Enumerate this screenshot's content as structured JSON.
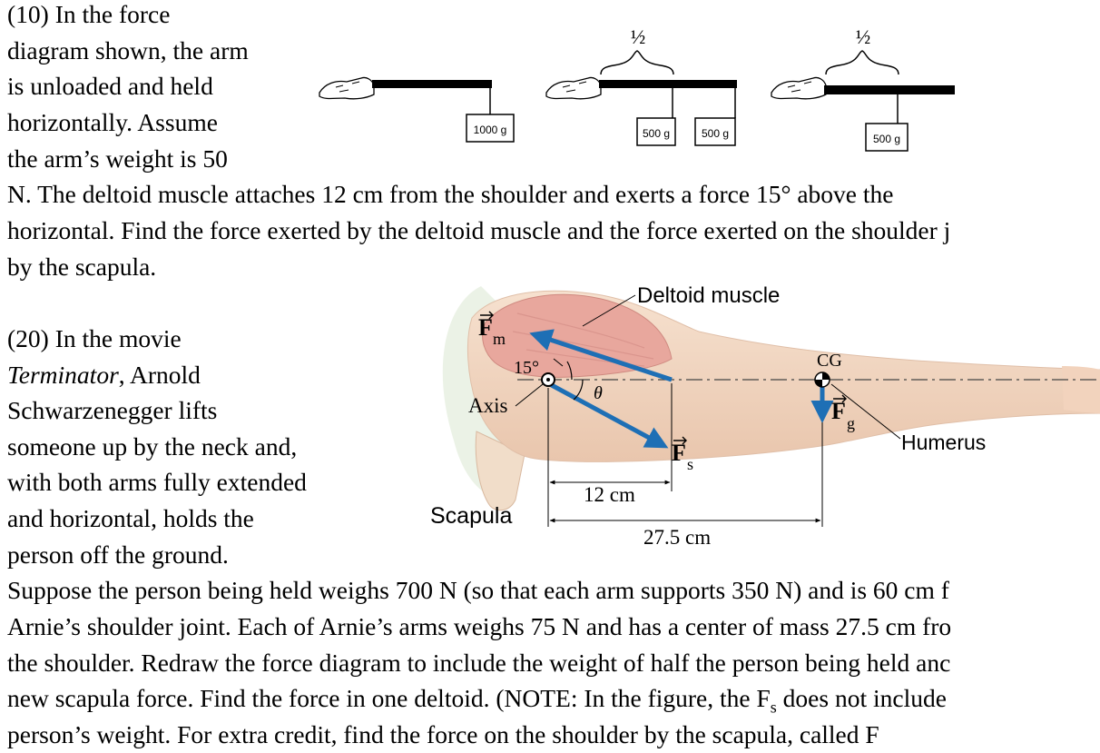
{
  "problem10": {
    "lines": [
      "(10) In the force",
      "diagram shown, the arm",
      "is unloaded and held",
      "horizontally. Assume",
      "the arm’s weight is 50",
      "N. The deltoid muscle attaches 12 cm from the shoulder and exerts a force 15° above the",
      "horizontal. Find the force exerted by the deltoid muscle and the force exerted on the shoulder j",
      "by the scapula."
    ]
  },
  "problem20": {
    "lines": [
      "(20) In the movie",
      "Terminator",
      ", Arnold",
      "Schwarzenegger lifts",
      "someone up by the neck and,",
      "with both arms fully extended",
      "and horizontal, holds the",
      "person off the ground.",
      "Suppose the person being held weighs 700 N (so that each arm supports 350 N) and is 60 cm f",
      "Arnie’s shoulder joint. Each of Arnie’s arms weighs 75 N and has a center of mass 27.5 cm fro",
      "the shoulder. Redraw the force diagram to include the weight of half the person being held anc",
      "new scapula force. Find the force in one deltoid. (NOTE: In the figure, the F",
      "s",
      " does not include",
      "person’s weight. For extra credit, find the force on the shoulder by the scapula, called F"
    ]
  },
  "top_figure": {
    "panel1_weight": "1000 g",
    "panel2_half": "½",
    "panel2_weight_a": "500 g",
    "panel2_weight_b": "500 g",
    "panel3_half": "½",
    "panel3_weight": "500 g"
  },
  "arm_figure": {
    "deltoid_label": "Deltoid muscle",
    "fm_label": "F",
    "fm_sub": "m",
    "angle15": "15°",
    "theta": "θ",
    "axis_label": "Axis",
    "cg_label": "CG",
    "fg_label": "F",
    "fg_sub": "g",
    "fs_label": "F",
    "fs_sub": "s",
    "humerus_label": "Humerus",
    "scapula_label": "Scapula",
    "dist_12": "12 cm",
    "dist_275": "27.5 cm"
  },
  "colors": {
    "arrow_blue": "#1e6fb5",
    "muscle": "#e8a79d",
    "skin": "#f3d8c4"
  }
}
